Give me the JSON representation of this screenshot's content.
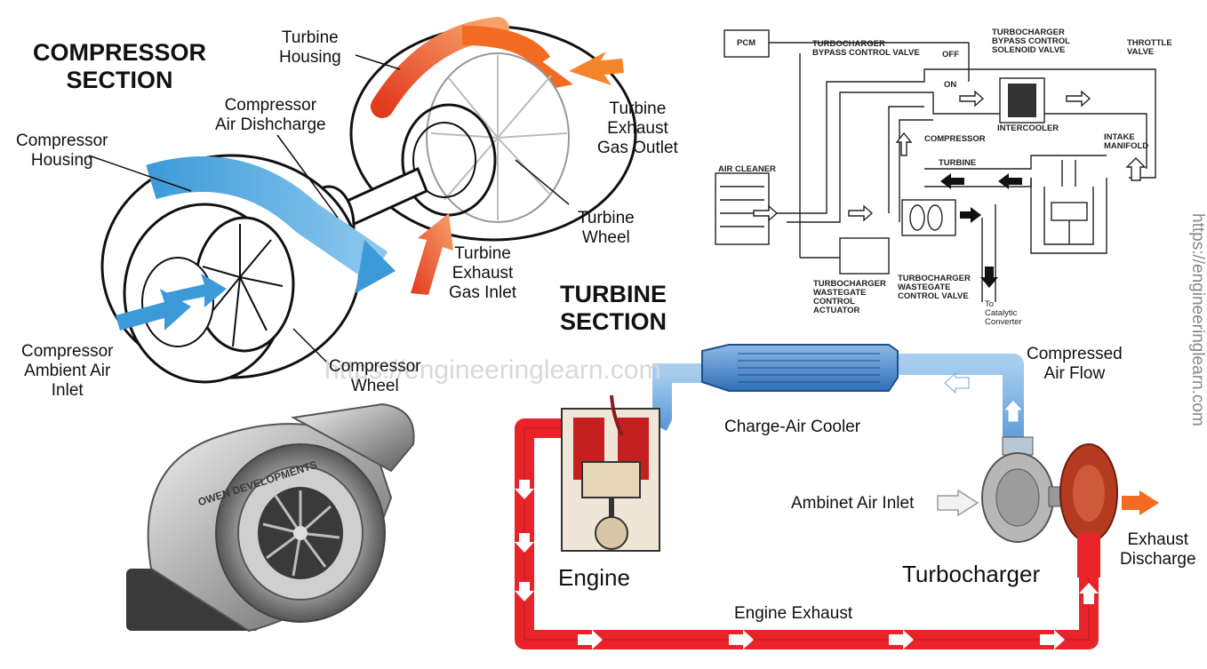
{
  "sections": {
    "compressor_title": "COMPRESSOR\nSECTION",
    "turbine_title": "TURBINE\nSECTION"
  },
  "cutaway_labels": {
    "turbine_housing": "Turbine\nHousing",
    "compressor_air_discharge": "Compressor\nAir Dishcharge",
    "compressor_housing": "Compressor\nHousing",
    "turbine_exhaust_gas_outlet": "Turbine\nExhaust\nGas Outlet",
    "turbine_wheel": "Turbine\nWheel",
    "turbine_exhaust_gas_inlet": "Turbine\nExhaust\nGas Inlet",
    "compressor_ambient_air_inlet": "Compressor\nAmbient Air\nInlet",
    "compressor_wheel": "Compressor\nWheel"
  },
  "schematic_labels": {
    "pcm": "PCM",
    "bypass_valve": "TURBOCHARGER\nBYPASS CONTROL VALVE",
    "bypass_solenoid": "TURBOCHARGER\nBYPASS CONTROL\nSOLENOID VALVE",
    "throttle_valve": "THROTTLE\nVALVE",
    "off": "OFF",
    "on": "ON",
    "intercooler": "INTERCOOLER",
    "compressor": "COMPRESSOR",
    "intake_manifold": "INTAKE\nMANIFOLD",
    "air_cleaner": "AIR CLEANER",
    "turbine": "TURBINE",
    "wastegate_actuator": "TURBOCHARGER\nWASTEGATE\nCONTROL\nACTUATOR",
    "wastegate_valve": "TURBOCHARGER\nWASTEGATE\nCONTROL VALVE",
    "catalytic": "To\nCatalytic\nConverter"
  },
  "flow_labels": {
    "compressed_air_flow": "Compressed\nAir Flow",
    "charge_air_cooler": "Charge-Air Cooler",
    "ambient_air_inlet": "Ambinet Air Inlet",
    "engine": "Engine",
    "turbocharger": "Turbocharger",
    "exhaust_discharge": "Exhaust\nDischarge",
    "engine_exhaust": "Engine Exhaust"
  },
  "product": {
    "brand_text": "OWEN DEVELOPMENTS"
  },
  "watermarks": {
    "center": "https://engineeringlearn.com",
    "side": "https://engineeringlearn.com"
  },
  "colors": {
    "exhaust_red": "#e8242a",
    "air_blue": "#4aa3df",
    "turbine_orange": "#f26b21"
  }
}
